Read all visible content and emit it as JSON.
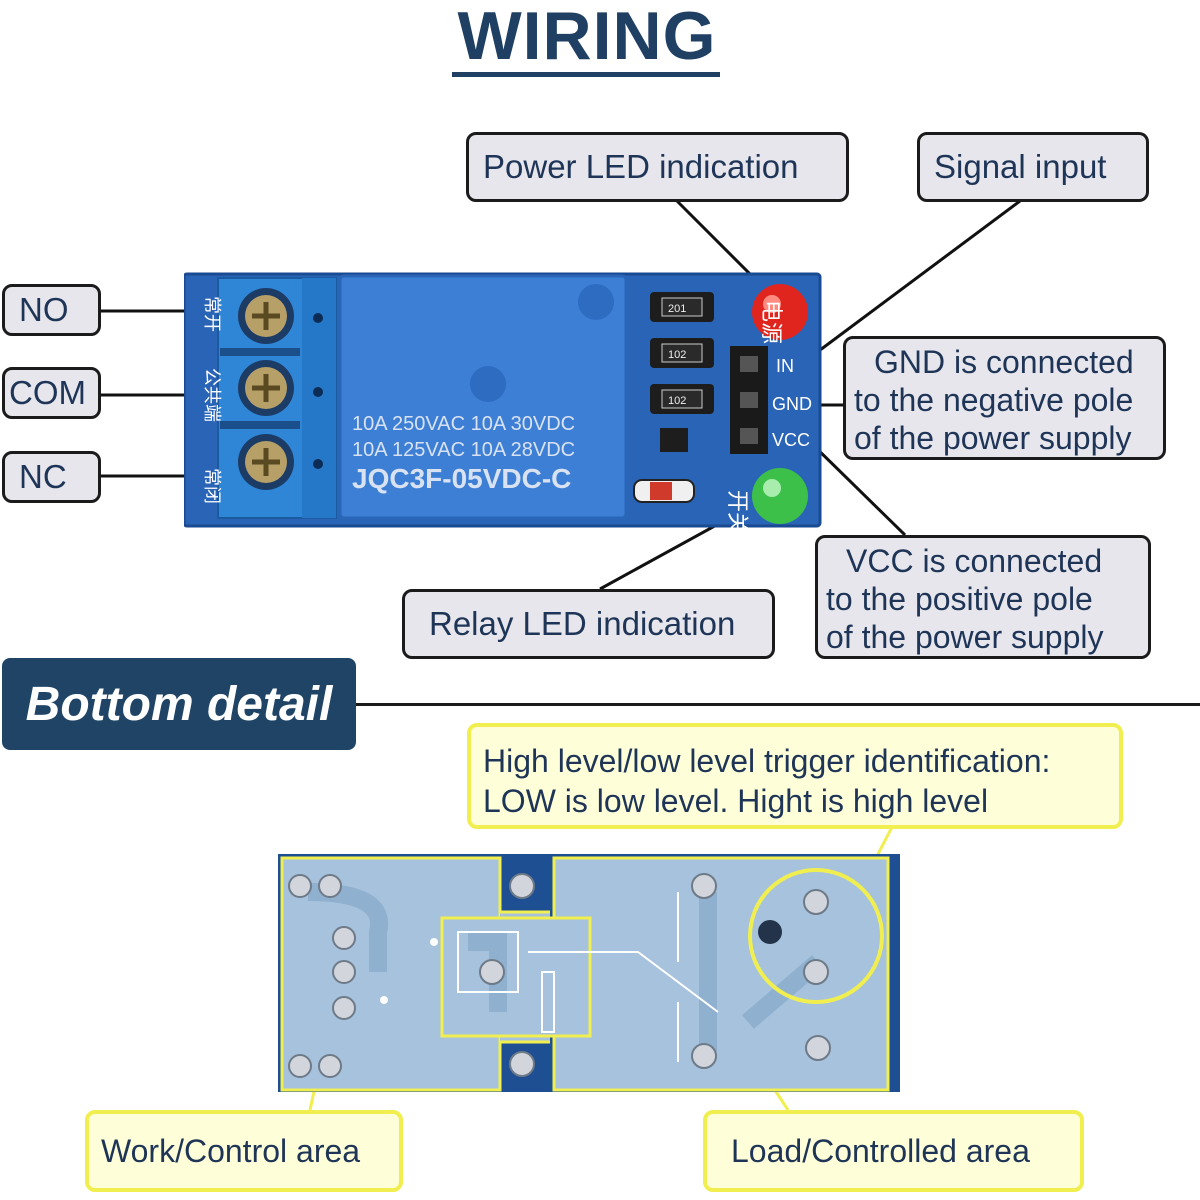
{
  "title": "WIRING",
  "labels": {
    "power_led": "Power LED indication",
    "signal_input": "Signal input",
    "no": "NO",
    "com": "COM",
    "nc": "NC",
    "gnd": [
      "GND is connected",
      "to the negative pole",
      "of the power supply"
    ],
    "vcc": [
      "VCC is connected",
      "to the positive pole",
      "of the power supply"
    ],
    "relay_led": "Relay LED indication"
  },
  "section": {
    "bottom_detail": "Bottom detail"
  },
  "bottom_labels": {
    "trigger": [
      "High level/low level trigger identification:",
      "LOW is low level. Hight is high level"
    ],
    "work_area": "Work/Control area",
    "load_area": "Load/Controlled area"
  },
  "board": {
    "relay_text": [
      "10A 250VAC  10A  30VDC",
      "10A 125VAC  10A  28VDC",
      "JQC3F-05VDC-C"
    ],
    "pin_labels": [
      "IN",
      "GND",
      "VCC"
    ],
    "resistors": [
      "201",
      "102",
      "102"
    ],
    "terminal_chars": [
      "常开",
      "公共端",
      "常闭"
    ],
    "led_chars": [
      "电源",
      "开关"
    ]
  },
  "colors": {
    "board_blue": "#2a64b6",
    "title_navy": "#1f3f63",
    "label_fill": "#e6e6ec",
    "highlight_yellow": "#f1ef4f",
    "power_led": "#e0251e",
    "relay_led": "#3cc04a"
  }
}
